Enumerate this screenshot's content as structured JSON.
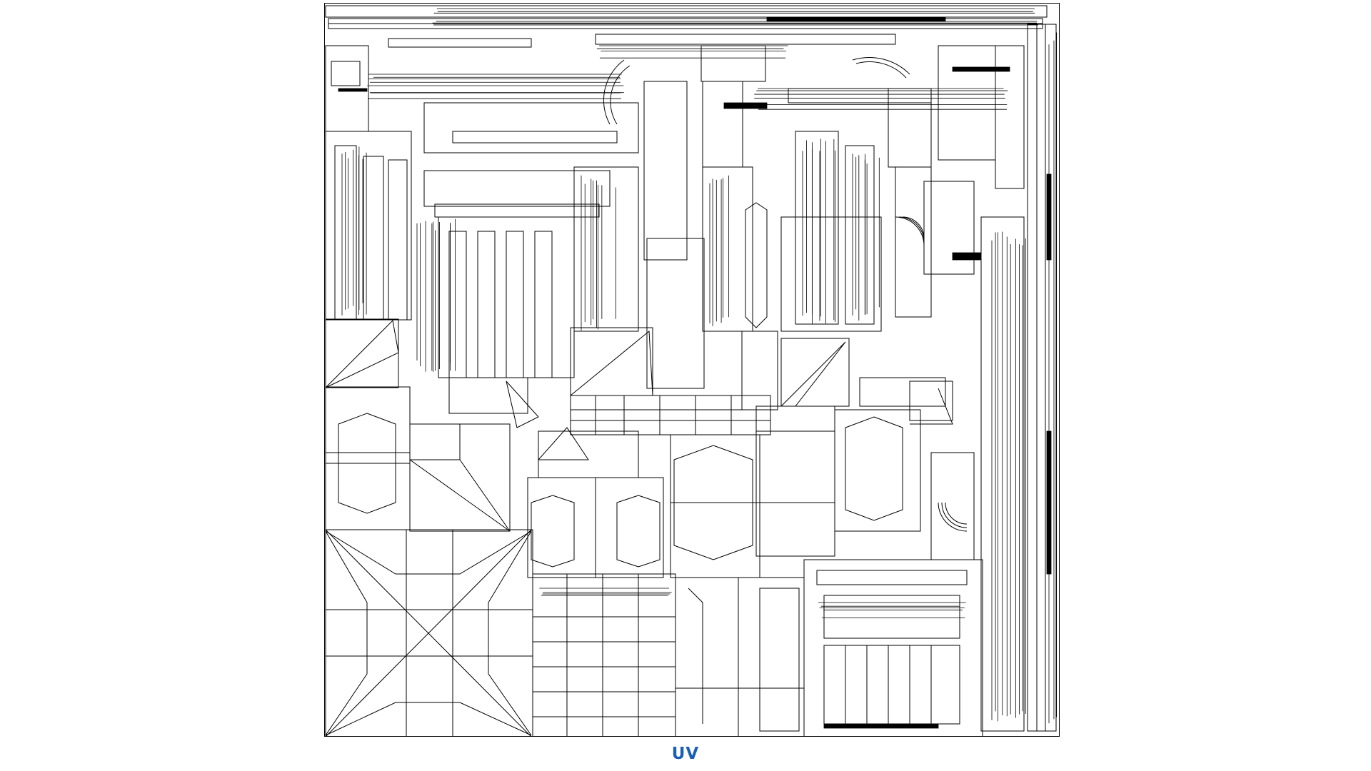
{
  "caption": "UV",
  "colors": {
    "background": "#ffffff",
    "wire": "#000000",
    "caption": "#1a5fb4"
  },
  "content": {
    "kind": "uv-layout-wireframe",
    "style": "black wireframe lines on white"
  }
}
